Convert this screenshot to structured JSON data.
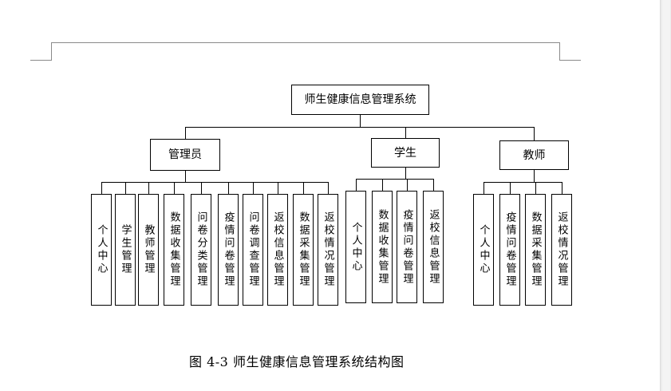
{
  "diagram": {
    "root": {
      "label": "师生健康信息管理系统"
    },
    "groups": [
      {
        "label": "管理员",
        "children": [
          "个人中心",
          "学生管理",
          "教师管理",
          "数据收集管理",
          "问卷分类管理",
          "疫情问卷管理",
          "问卷调查管理",
          "返校信息管理",
          "数据采集管理",
          "返校情况管理"
        ]
      },
      {
        "label": "学生",
        "children": [
          "个人中心",
          "数据收集管理",
          "疫情问卷管理",
          "返校信息管理"
        ]
      },
      {
        "label": "教师",
        "children": [
          "个人中心",
          "疫情问卷管理",
          "数据采集管理",
          "返校情况管理"
        ]
      }
    ]
  },
  "caption": "图 4-3 师生健康信息管理系统结构图"
}
